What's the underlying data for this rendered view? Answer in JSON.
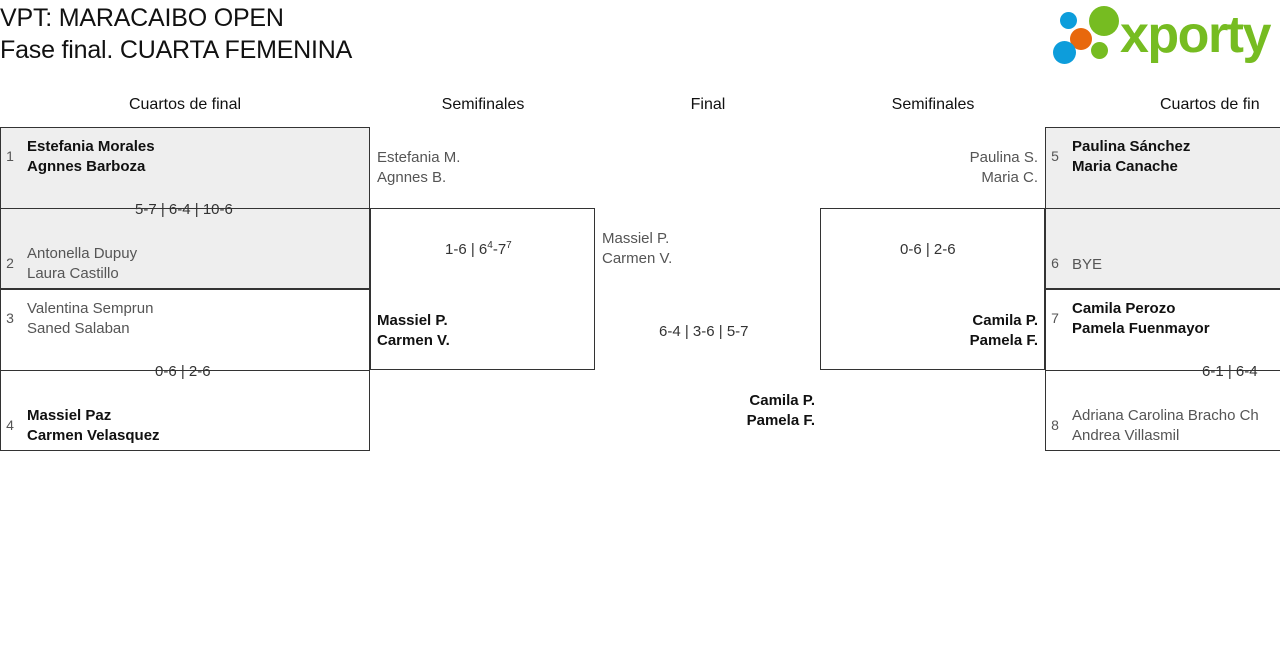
{
  "header": {
    "title_line1": "VPT: MARACAIBO OPEN",
    "title_line2": "Fase final. CUARTA FEMENINA",
    "logo_text": "xporty"
  },
  "rounds": [
    {
      "key": "qf_left",
      "label": "Cuartos de final"
    },
    {
      "key": "sf_left",
      "label": "Semifinales"
    },
    {
      "key": "final",
      "label": "Final"
    },
    {
      "key": "sf_right",
      "label": "Semifinales"
    },
    {
      "key": "qf_right",
      "label": "Cuartos de fin"
    }
  ],
  "matches": {
    "qf1": {
      "score": "5-7 | 6-4 | 10-6",
      "top": {
        "seed": "1",
        "player1": "Estefania Morales",
        "player2": "Agnnes Barboza",
        "result": "winner"
      },
      "bottom": {
        "seed": "2",
        "player1": "Antonella Dupuy",
        "player2": "Laura Castillo",
        "result": "loser"
      }
    },
    "qf2": {
      "score": "0-6 | 2-6",
      "top": {
        "seed": "3",
        "player1": "Valentina Semprun",
        "player2": "Saned Salaban",
        "result": "loser"
      },
      "bottom": {
        "seed": "4",
        "player1": "Massiel Paz",
        "player2": "Carmen Velasquez",
        "result": "winner"
      }
    },
    "sf_left": {
      "score_pre": "1-6 | 6",
      "score_sup1": "4",
      "score_mid": "-7",
      "score_sup2": "7",
      "score_plain": "1-6 | 6⁴-7⁷",
      "top": {
        "player1": "Estefania M.",
        "player2": "Agnnes B.",
        "result": "loser"
      },
      "bottom": {
        "player1": "Massiel P.",
        "player2": "Carmen V.",
        "result": "winner"
      }
    },
    "final": {
      "score": "6-4 | 3-6 | 5-7",
      "top": {
        "player1": "Massiel P.",
        "player2": "Carmen V.",
        "result": "loser"
      },
      "bottom": {
        "player1": "Camila P.",
        "player2": "Pamela F.",
        "result": "winner"
      }
    },
    "sf_right": {
      "score": "0-6 | 2-6",
      "top": {
        "player1": "Paulina S.",
        "player2": "Maria C.",
        "result": "loser"
      },
      "bottom": {
        "player1": "Camila P.",
        "player2": "Pamela F.",
        "result": "winner"
      }
    },
    "qf3": {
      "score": "",
      "top": {
        "seed": "5",
        "player1": "Paulina Sánchez",
        "player2": "Maria Canache",
        "result": "winner"
      },
      "bottom": {
        "seed": "6",
        "player1": "BYE",
        "player2": "",
        "result": "bye"
      }
    },
    "qf4": {
      "score": "6-1 | 6-4",
      "top": {
        "seed": "7",
        "player1": "Camila Perozo",
        "player2": "Pamela Fuenmayor",
        "result": "winner"
      },
      "bottom": {
        "seed": "8",
        "player1": "Adriana Carolina Bracho Ch",
        "player2": "Andrea Villasmil",
        "result": "loser"
      }
    }
  },
  "champion": {
    "player1": "Camila P.",
    "player2": "Pamela F."
  },
  "colors": {
    "brand_green": "#76bc21",
    "brand_blue": "#0d9ddb",
    "brand_orange": "#e8680c",
    "box_border": "#333333",
    "box_shaded": "#eeeeee",
    "winner_text": "#111111",
    "loser_text": "#555555"
  }
}
